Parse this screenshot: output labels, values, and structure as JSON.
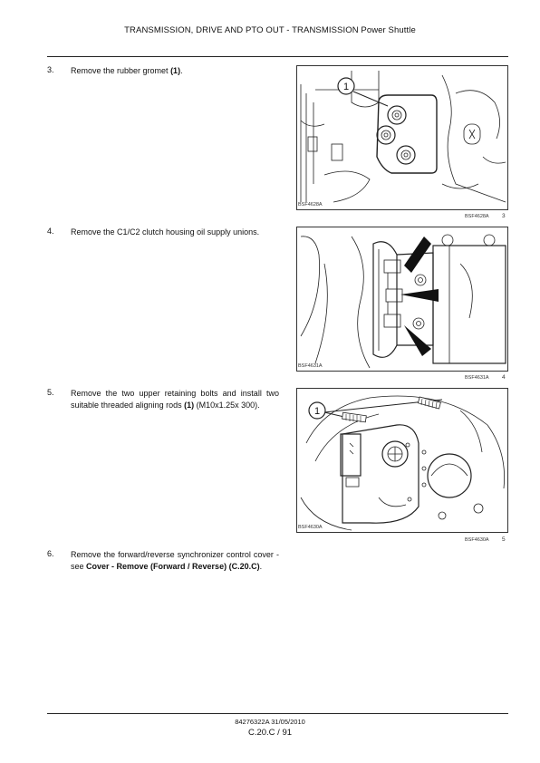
{
  "header": {
    "title": "TRANSMISSION, DRIVE AND PTO OUT - TRANSMISSION Power Shuttle"
  },
  "steps": [
    {
      "number": "3.",
      "text_before": "Remove the rubber gromet ",
      "bold": "(1)",
      "text_after": ".",
      "figure": {
        "code": "BSF4628A",
        "ref": "BSF4628A",
        "num": "3",
        "callout": "1"
      }
    },
    {
      "number": "4.",
      "text": "Remove the C1/C2 clutch housing oil supply unions.",
      "figure": {
        "code": "BSF4631A",
        "ref": "BSF4631A",
        "num": "4"
      }
    },
    {
      "number": "5.",
      "text_before": "Remove the two upper retaining bolts and install two suitable threaded aligning rods ",
      "bold": "(1)",
      "text_after": " (M10x1.25x 300).",
      "figure": {
        "code": "BSF4630A",
        "ref": "BSF4630A",
        "num": "5",
        "callout": "1"
      }
    },
    {
      "number": "6.",
      "text_before": "Remove the forward/reverse synchronizer control cover - see ",
      "bold": "Cover - Remove (Forward / Reverse) (C.20.C)",
      "text_after": "."
    }
  ],
  "footer": {
    "doc": "84276322A 31/05/2010",
    "page": "C.20.C / 91"
  }
}
